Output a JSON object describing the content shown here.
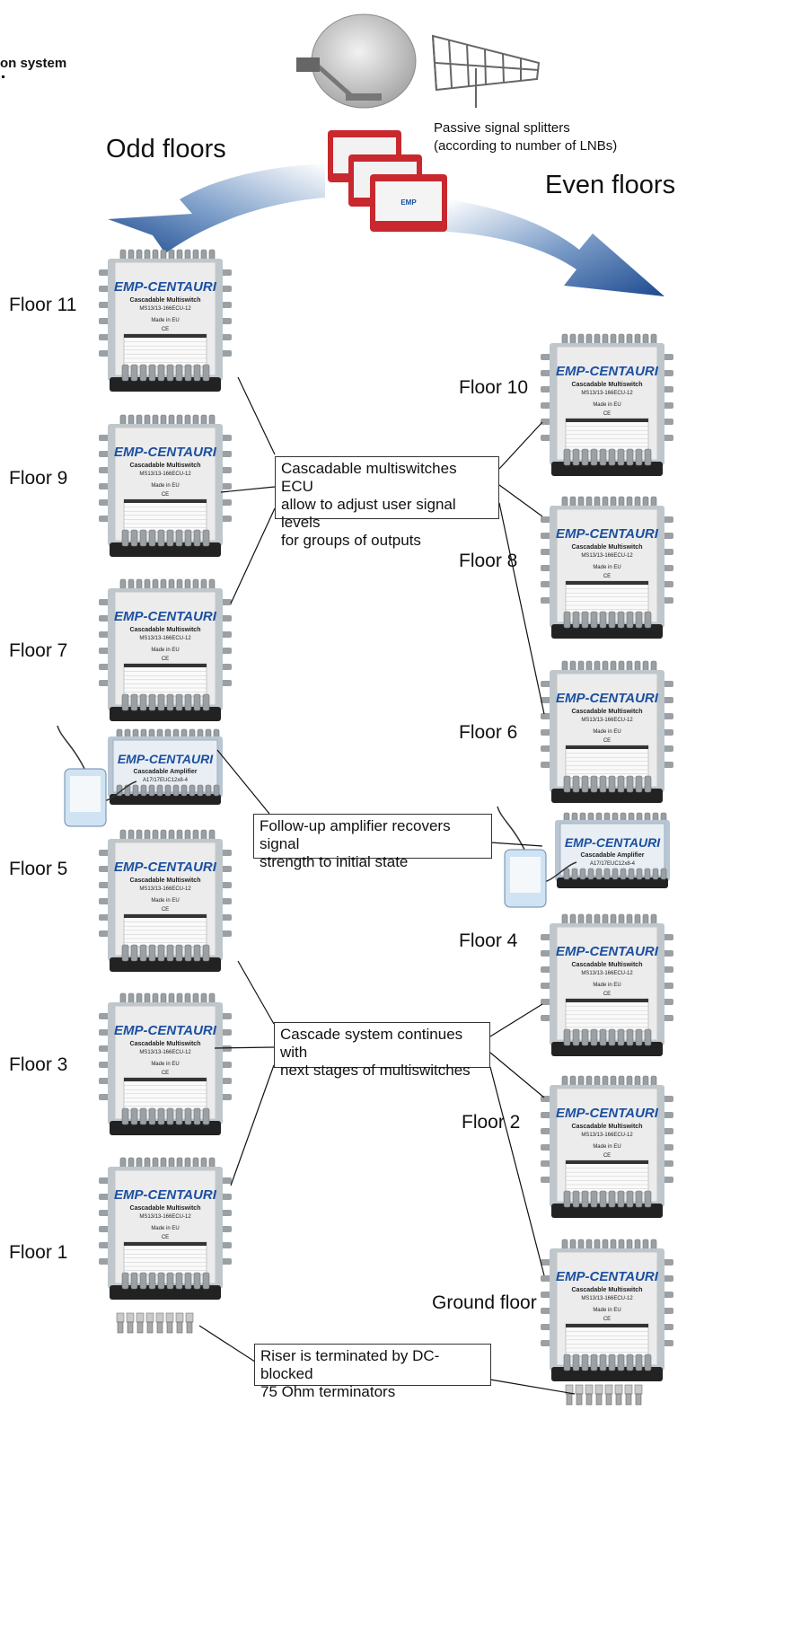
{
  "header": {
    "title_fragment": "on system"
  },
  "headings": {
    "odd": "Odd floors",
    "even": "Even floors"
  },
  "splitter_note": {
    "line1": "Passive signal splitters",
    "line2": "(according to number of LNBs)"
  },
  "device": {
    "brand": "EMP-CENTAURI",
    "multiswitch_title": "Cascadable Multiswitch",
    "multiswitch_model": "MS13/13-166ECU-12",
    "amplifier_title": "Cascadable Amplifier",
    "amplifier_model": "A17/17EUC12x8-4",
    "made_in": "Made in EU",
    "ce": "CE"
  },
  "floors_odd": [
    "Floor 11",
    "Floor 9",
    "Floor 7",
    "Floor 5",
    "Floor 3",
    "Floor 1"
  ],
  "floors_even": [
    "Floor 10",
    "Floor 8",
    "Floor 6",
    "Floor 4",
    "Floor 2",
    "Ground floor"
  ],
  "callouts": {
    "ecu": [
      "Cascadable multiswitches ECU",
      "allow to adjust user signal levels",
      "for groups of outputs"
    ],
    "amp": [
      "Follow-up amplifier recovers signal",
      "strength to initial state"
    ],
    "cascade": [
      "Cascade system continues with",
      "next stages of multiswitches"
    ],
    "riser": [
      "Riser is terminated by DC-blocked",
      "75 Ohm terminators"
    ]
  },
  "colors": {
    "arrow": "#1f4f96",
    "arrow_light": "#dfe7f2",
    "device_body": "#ececec",
    "device_frame": "#bfc7cc",
    "connector": "#9aa0a4",
    "base": "#222222",
    "splitter": "#c8282e",
    "brand_blue": "#1b4fa0"
  }
}
